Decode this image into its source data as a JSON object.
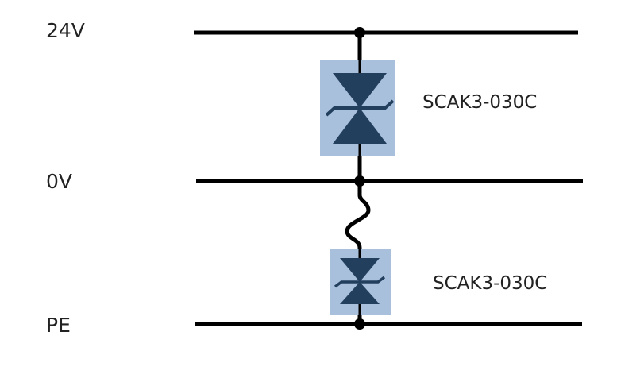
{
  "rails": [
    {
      "id": "rail-24v",
      "label": "24V"
    },
    {
      "id": "rail-0v",
      "label": "0V"
    },
    {
      "id": "rail-pe",
      "label": "PE"
    }
  ],
  "devices": [
    {
      "id": "upper",
      "label": "SCAK3-030C"
    },
    {
      "id": "lower",
      "label": "SCAK3-030C"
    }
  ],
  "colors": {
    "wire": "#000000",
    "device_fill": "#A8C0DC",
    "diode": "#233F5E",
    "text": "#222222"
  }
}
